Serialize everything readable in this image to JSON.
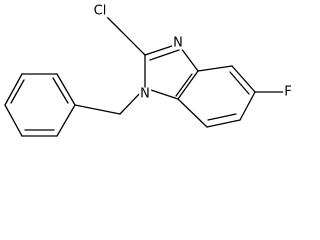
{
  "molecule": {
    "atoms": {
      "chlorine": "Cl",
      "nitrogen_imine": "N",
      "nitrogen_benzyl": "N",
      "fluorine": "F"
    }
  }
}
